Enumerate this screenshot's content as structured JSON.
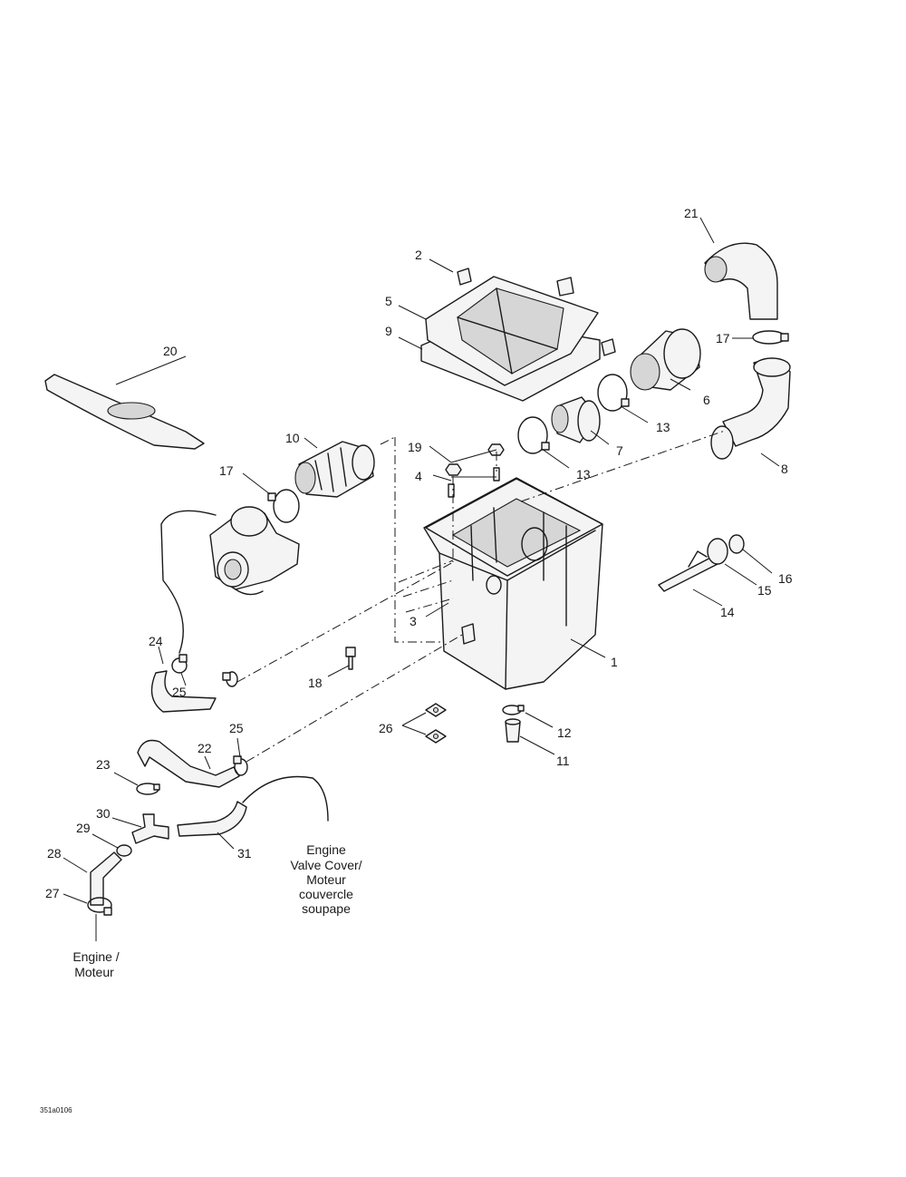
{
  "callouts": {
    "c1": "1",
    "c2": "2",
    "c3": "3",
    "c4": "4",
    "c5": "5",
    "c6": "6",
    "c7": "7",
    "c8": "8",
    "c9": "9",
    "c10": "10",
    "c11": "11",
    "c12": "12",
    "c13a": "13",
    "c13b": "13",
    "c14": "14",
    "c15": "15",
    "c16": "16",
    "c17a": "17",
    "c17b": "17",
    "c18": "18",
    "c19": "19",
    "c20": "20",
    "c21": "21",
    "c22": "22",
    "c23": "23",
    "c24": "24",
    "c25a": "25",
    "c25b": "25",
    "c26": "26",
    "c27": "27",
    "c28": "28",
    "c29": "29",
    "c30": "30",
    "c31": "31"
  },
  "notes": {
    "valve_cover": [
      "Engine",
      "Valve Cover/",
      "Moteur",
      "couvercle",
      "soupape"
    ],
    "engine": [
      "Engine /",
      "Moteur"
    ]
  },
  "drawing_ref": "351a0106"
}
